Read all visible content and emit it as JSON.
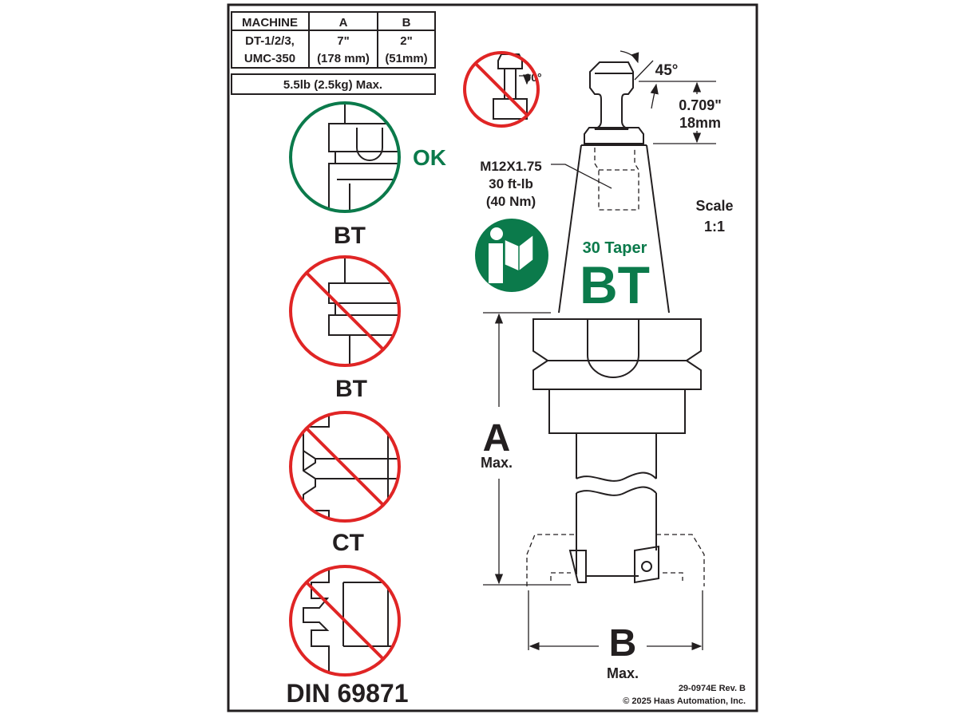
{
  "table": {
    "headers": [
      "MACHINE",
      "A",
      "B"
    ],
    "row": {
      "machine": [
        "DT-1/2/3,",
        "UMC-350"
      ],
      "a": [
        "7\"",
        "(178 mm)"
      ],
      "b": [
        "2\"",
        "(51mm)"
      ]
    },
    "weight": "5.5lb (2.5kg) Max."
  },
  "examples": [
    {
      "label": "BT",
      "status": "OK",
      "allowed": true
    },
    {
      "label": "BT",
      "allowed": false
    },
    {
      "label": "CT",
      "allowed": false
    },
    {
      "label": "DIN 69871",
      "allowed": false
    }
  ],
  "pull_stud": {
    "angle_90": "90°",
    "angle_45": "45°",
    "dim_in": "0.709\"",
    "dim_mm": "18mm"
  },
  "torque": [
    "M12X1.75",
    "30 ft-lb",
    "(40 Nm)"
  ],
  "holder": {
    "taper": "30 Taper",
    "type": "BT"
  },
  "scale": [
    "Scale",
    "1:1"
  ],
  "dims": {
    "a": "A",
    "a_sub": "Max.",
    "b": "B",
    "b_sub": "Max."
  },
  "footer": {
    "part": "29-0974E Rev. B",
    "copyright": "© 2025 Haas Automation, Inc."
  },
  "colors": {
    "green": "#0b7a4b",
    "red": "#e02525",
    "ink": "#231f20"
  }
}
